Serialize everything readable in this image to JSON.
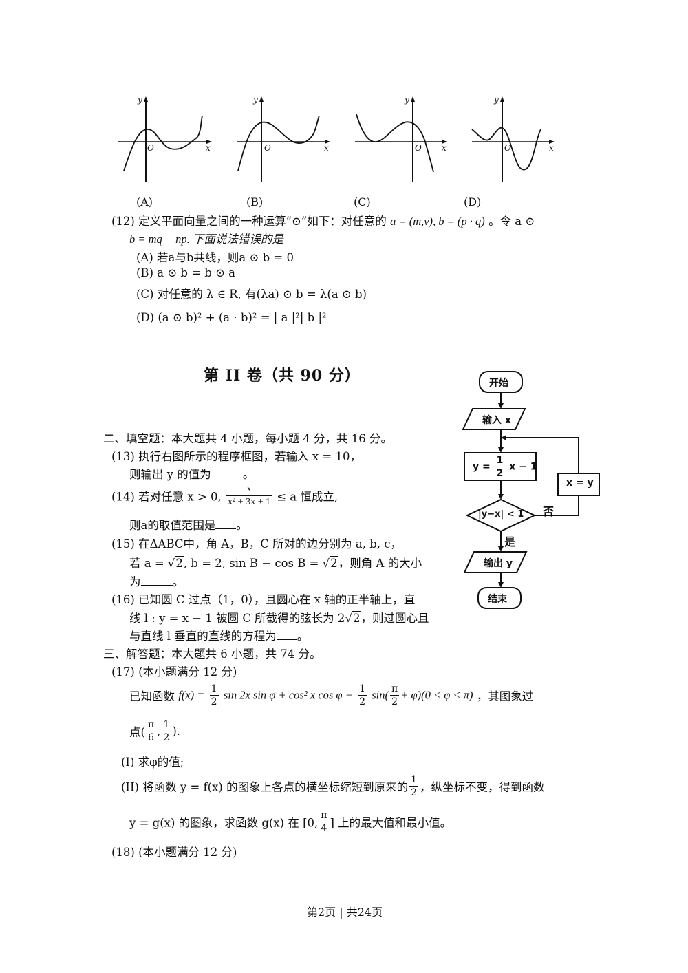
{
  "graphs": {
    "axis_y": "y",
    "axis_x": "x",
    "origin": "O",
    "labels": [
      "(A)",
      "(B)",
      "(C)",
      "(D)"
    ]
  },
  "q12": {
    "line1_prefix": "(12) 定义平面向量之间的一种运算“⊙”如下：对任意的",
    "line1_math": "a = (m,v), b = (p · q)",
    "line1_suffix": "。令 a ⊙",
    "line2": "b = mq − np. 下面说法错误的是",
    "optA": "(A) 若a与b共线，则a ⊙ b = 0",
    "optB": "(B)  a ⊙ b = b ⊙ a",
    "optC": "(C) 对任意的 λ ∈ R, 有(λa) ⊙ b = λ(a ⊙ b)",
    "optD": "(D)  (a ⊙ b)² + (a · b)² = | a |²| b |²"
  },
  "section2": {
    "title": "第 II 卷（共 90 分）",
    "fill_heading": "二、填空题：本大题共 4 小题，每小题 4 分，共 16 分。",
    "q13_line1": "(13) 执行右图所示的程序框图，若输入 x = 10，",
    "q13_line2": "则输出 y 的值为",
    "q13_end": "。",
    "q14_prefix": "(14) 若对任意 x > 0,",
    "q14_num": "x",
    "q14_den": "x² + 3x + 1",
    "q14_suffix": "≤ a 恒成立,",
    "q14_line2": "则a的取值范围是",
    "q14_end": "。",
    "q15_line1": "(15) 在ΔABC中，角 A，B，C 所对的边分别为 a, b, c，",
    "q15_line2a": "若 a = ",
    "q15_sqrt2": "2",
    "q15_line2b": ", b = 2, sin B − cos B = ",
    "q15_line2c": "，则角 A 的大小",
    "q15_line3": "为",
    "q15_end": "。",
    "q16_line1": "(16) 已知圆 C 过点（1，0），且圆心在 x 轴的正半轴上，直",
    "q16_line2a": "线 l : y = x − 1 被圆 C 所截得的弦长为 2",
    "q16_line2b": "，则过圆心且",
    "q16_line3": "与直线 l 垂直的直线的方程为",
    "q16_end": "。"
  },
  "section3": {
    "heading": "三、解答题：本大题共 6 小题，共 74 分。",
    "q17_head": "(17)  (本小题满分 12 分)",
    "q17_intro": "已知函数",
    "q17_f": "f(x) =",
    "q17_part1": "sin 2x sin φ + cos² x cos φ −",
    "q17_part2": "sin(",
    "q17_part3": "+ φ)(0 < φ < π)",
    "q17_tail": "，其图象过",
    "q17_point_pre": "点(",
    "q17_point_post": ").",
    "q17_i": "(I) 求φ的值;",
    "q17_ii_line1a": "(II) 将函数 y = f(x) 的图象上各点的横坐标缩短到原来的",
    "q17_ii_line1b": "，纵坐标不变，得到函数",
    "q17_ii_line2a": "y = g(x) 的图象，求函数 g(x) 在 [0,",
    "q17_ii_line2b": "] 上的最大值和最小值。",
    "q18_head": "(18)  (本小题满分 12 分)",
    "frac_1": "1",
    "frac_2": "2",
    "frac_pi": "π",
    "frac_6": "6",
    "frac_4": "4"
  },
  "flowchart": {
    "start": "开始",
    "input": "输入 x",
    "assign_y_pre": "y =",
    "assign_y_post": "x − 1",
    "cond": "|y−x| < 1",
    "no": "否",
    "yes": "是",
    "update": "x = y",
    "output": "输出 y",
    "end": "结束"
  },
  "footer": "第2页 | 共24页"
}
